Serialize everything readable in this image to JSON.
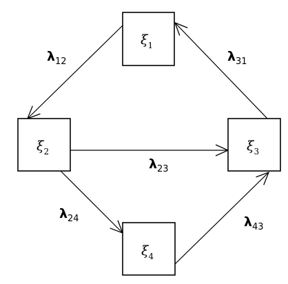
{
  "nodes": {
    "n1": {
      "symbol": "ξ",
      "subscript": "1"
    },
    "n2": {
      "symbol": "ξ",
      "subscript": "2"
    },
    "n3": {
      "symbol": "ξ",
      "subscript": "3"
    },
    "n4": {
      "symbol": "ξ",
      "subscript": "4"
    }
  },
  "edges": {
    "e12": {
      "symbol": "λ",
      "subscript": "12",
      "from": "ξ1",
      "to": "ξ2"
    },
    "e23": {
      "symbol": "λ",
      "subscript": "23",
      "from": "ξ2",
      "to": "ξ3"
    },
    "e24": {
      "symbol": "λ",
      "subscript": "24",
      "from": "ξ2",
      "to": "ξ4"
    },
    "e31": {
      "symbol": "λ",
      "subscript": "31",
      "from": "ξ3",
      "to": "ξ1"
    },
    "e43": {
      "symbol": "λ",
      "subscript": "43",
      "from": "ξ4",
      "to": "ξ3"
    }
  },
  "colors": {
    "stroke": "#000000",
    "background": "#ffffff"
  }
}
